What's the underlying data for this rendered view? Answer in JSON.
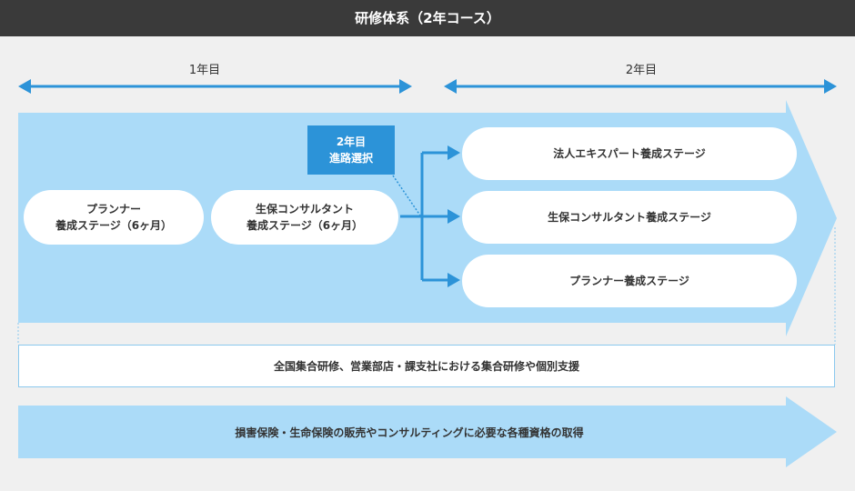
{
  "header": {
    "title": "研修体系（2年コース）"
  },
  "timeline": {
    "year1": "1年目",
    "year2": "2年目"
  },
  "year1_stages": [
    {
      "line1": "プランナー",
      "line2": "養成ステージ（6ヶ月）"
    },
    {
      "line1": "生保コンサルタント",
      "line2": "養成ステージ（6ヶ月）"
    }
  ],
  "selection_badge": {
    "line1": "2年目",
    "line2": "進路選択"
  },
  "year2_stages": [
    {
      "label": "法人エキスパート養成ステージ"
    },
    {
      "label": "生保コンサルタント養成ステージ"
    },
    {
      "label": "プランナー養成ステージ"
    }
  ],
  "support_box": {
    "label": "全国集合研修、営業部店・課支社における集合研修や個別支援"
  },
  "bottom_arrow": {
    "label": "損害保険・生命保険の販売やコンサルティングに必要な各種資格の取得"
  },
  "colors": {
    "header_bg": "#3a3a3a",
    "accent": "#2c93d8",
    "light_blue": "#abdbf8"
  }
}
